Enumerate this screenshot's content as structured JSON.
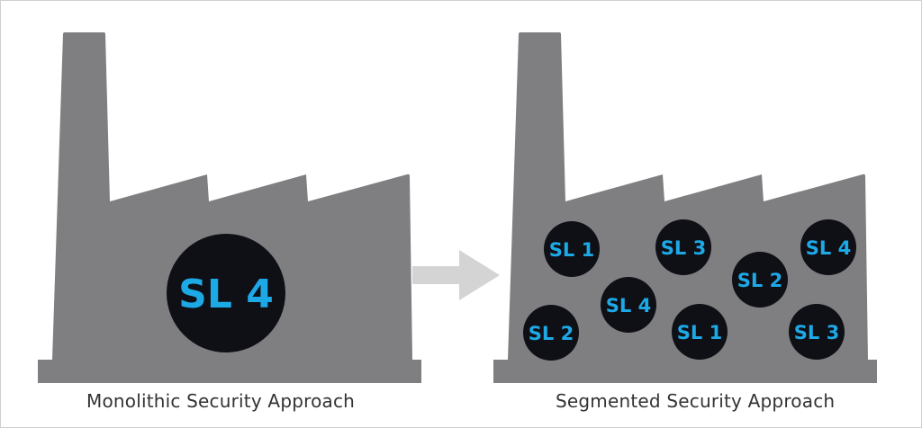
{
  "colors": {
    "factory": "#7f7f81",
    "badge": "#0f0f16",
    "badge_text": "#1da9e6",
    "arrow": "#d4d4d4",
    "caption": "#333333"
  },
  "left_panel": {
    "caption": "Monolithic Security Approach",
    "badge": "SL 4"
  },
  "arrow": {
    "icon": "right-arrow-icon"
  },
  "right_panel": {
    "caption": "Segmented Security Approach",
    "badges": [
      "SL 1",
      "SL 3",
      "SL 4",
      "SL 2",
      "SL 4",
      "SL 2",
      "SL 1",
      "SL 3"
    ]
  }
}
